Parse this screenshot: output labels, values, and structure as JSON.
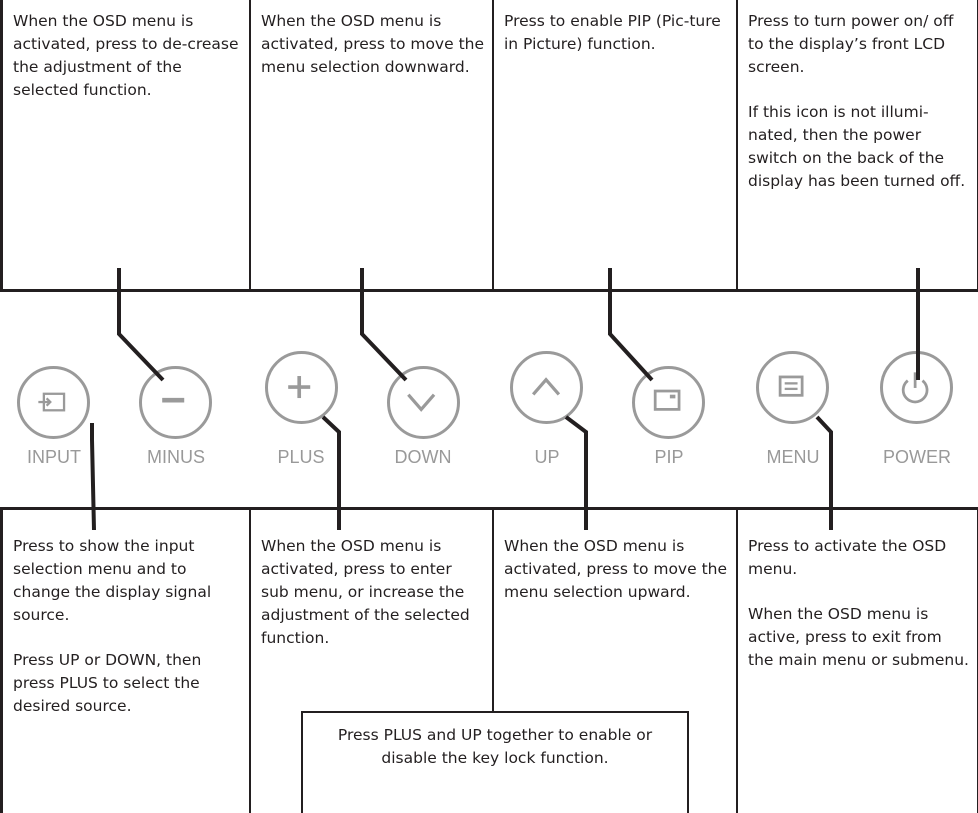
{
  "colors": {
    "line": "#231f20",
    "button_gray": "#9a9a9a",
    "label_gray": "#999999"
  },
  "top_cells": [
    {
      "paragraphs": [
        "When the OSD menu is activated, press to de-crease the adjustment of the selected function."
      ]
    },
    {
      "paragraphs": [
        "When the OSD menu is activated, press to move the menu selection downward."
      ]
    },
    {
      "paragraphs": [
        "Press to enable PIP (Pic-ture in Picture) function."
      ]
    },
    {
      "paragraphs": [
        "Press to turn power on/ off to the display’s front LCD screen.",
        "If this icon is not illumi-nated, then the power switch on the back of the display has been turned off."
      ]
    }
  ],
  "bottom_cells": [
    {
      "paragraphs": [
        "Press to show the input selection menu and to change the display signal source.",
        "Press UP or DOWN, then press PLUS to select the desired source."
      ]
    },
    {
      "paragraphs": [
        "When the OSD menu is activated, press to enter sub menu, or increase the adjustment of the selected function."
      ]
    },
    {
      "paragraphs": [
        "When the OSD menu is activated, press to move the menu selection upward."
      ]
    },
    {
      "paragraphs": [
        "Press to activate the OSD menu.",
        "When the OSD menu is active, press to exit from the main menu or submenu."
      ]
    }
  ],
  "key_lock_note": "Press PLUS and UP together to enable or disable the key lock function.",
  "buttons": [
    {
      "label": "INPUT",
      "icon": "input-icon"
    },
    {
      "label": "MINUS",
      "icon": "minus-icon"
    },
    {
      "label": "PLUS",
      "icon": "plus-icon"
    },
    {
      "label": "DOWN",
      "icon": "chevron-down-icon"
    },
    {
      "label": "UP",
      "icon": "chevron-up-icon"
    },
    {
      "label": "PIP",
      "icon": "pip-icon"
    },
    {
      "label": "MENU",
      "icon": "menu-icon"
    },
    {
      "label": "POWER",
      "icon": "power-icon"
    }
  ]
}
